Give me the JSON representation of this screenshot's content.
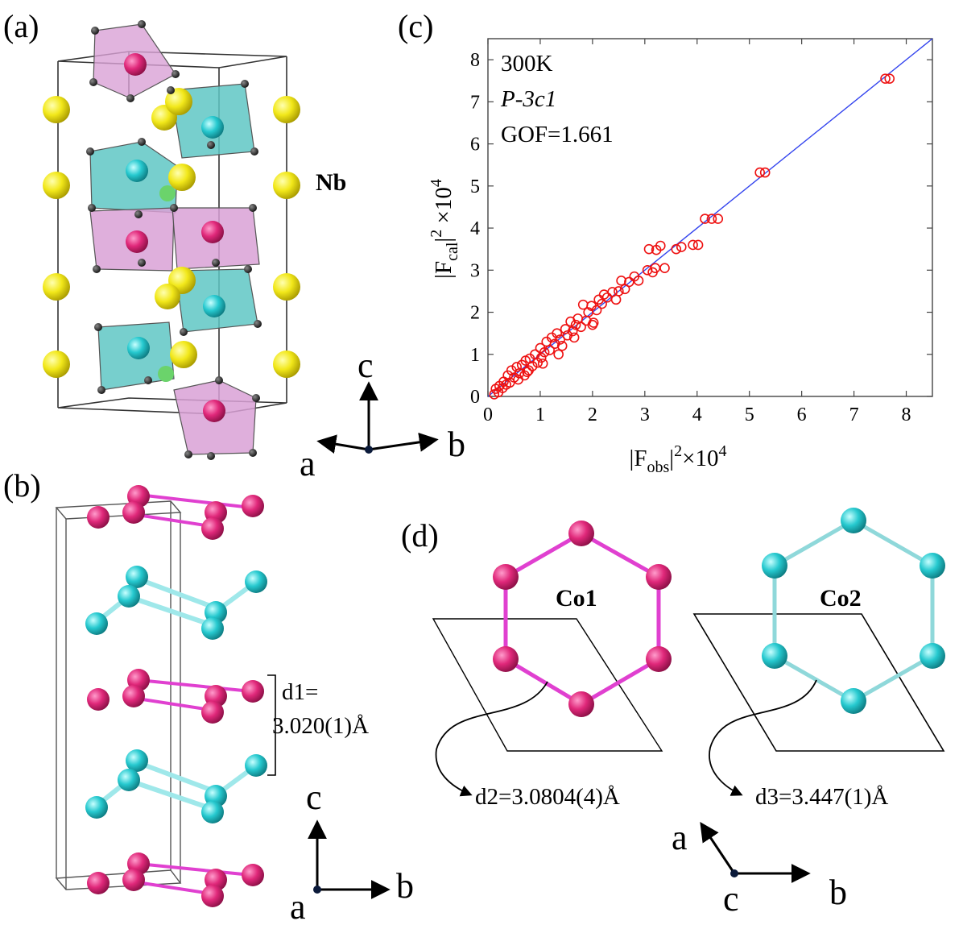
{
  "panels": {
    "a": "(a)",
    "b": "(b)",
    "c": "(c)",
    "d": "(d)"
  },
  "panel_a": {
    "label_nb": "Nb",
    "axes": {
      "c": "c",
      "a": "a",
      "b": "b"
    }
  },
  "panel_b": {
    "d1_line1": "d1=",
    "d1_line2": "3.020(1)Å",
    "axes": {
      "c": "c",
      "a": "a",
      "b": "b"
    }
  },
  "panel_d": {
    "co1": "Co1",
    "co2": "Co2",
    "d2": "d2=3.0804(4)Å",
    "d3": "d3=3.447(1)Å",
    "axes": {
      "a": "a",
      "c": "c",
      "b": "b"
    }
  },
  "colors": {
    "co1": "#e0287a",
    "co2": "#26c9cf",
    "nb": "#f2e81a",
    "oxygen": "#222222",
    "oct_pink": "#d9a1d6",
    "oct_cyan": "#5fc7c4",
    "fit_line": "#3344ee",
    "marker": "#ee1111"
  },
  "chart_data": {
    "type": "scatter",
    "annotations": [
      "300K",
      "P-3c1",
      "GOF=1.661"
    ],
    "xlabel_main": "|F",
    "xlabel_sub": "obs",
    "xlabel_tail": "|",
    "xlabel_sup1": "2",
    "xlabel_times": "×10",
    "xlabel_sup2": "4",
    "ylabel_main": "|F",
    "ylabel_sub": "cal",
    "ylabel_tail": "|",
    "ylabel_sup1": "2",
    "ylabel_times": " ×10",
    "ylabel_sup2": "4",
    "xlim": [
      0,
      8.5
    ],
    "ylim": [
      0,
      8.5
    ],
    "xticks": [
      0,
      1,
      2,
      3,
      4,
      5,
      6,
      7,
      8
    ],
    "yticks": [
      0,
      1,
      2,
      3,
      4,
      5,
      6,
      7,
      8
    ],
    "fit_line": [
      [
        0,
        0
      ],
      [
        8.5,
        8.5
      ]
    ],
    "points": [
      [
        0.12,
        0.05
      ],
      [
        0.15,
        0.18
      ],
      [
        0.2,
        0.1
      ],
      [
        0.22,
        0.25
      ],
      [
        0.28,
        0.2
      ],
      [
        0.3,
        0.35
      ],
      [
        0.35,
        0.28
      ],
      [
        0.38,
        0.5
      ],
      [
        0.42,
        0.33
      ],
      [
        0.45,
        0.62
      ],
      [
        0.5,
        0.45
      ],
      [
        0.55,
        0.7
      ],
      [
        0.58,
        0.4
      ],
      [
        0.6,
        0.55
      ],
      [
        0.65,
        0.75
      ],
      [
        0.7,
        0.5
      ],
      [
        0.72,
        0.85
      ],
      [
        0.78,
        0.62
      ],
      [
        0.8,
        0.9
      ],
      [
        0.85,
        0.72
      ],
      [
        0.9,
        1.0
      ],
      [
        0.95,
        0.8
      ],
      [
        1.0,
        1.15
      ],
      [
        1.02,
        0.92
      ],
      [
        1.08,
        1.05
      ],
      [
        1.12,
        1.3
      ],
      [
        1.18,
        1.1
      ],
      [
        1.22,
        1.4
      ],
      [
        1.28,
        1.25
      ],
      [
        1.32,
        1.5
      ],
      [
        1.38,
        1.35
      ],
      [
        1.42,
        1.2
      ],
      [
        1.48,
        1.6
      ],
      [
        1.52,
        1.45
      ],
      [
        1.58,
        1.78
      ],
      [
        1.62,
        1.55
      ],
      [
        1.68,
        1.7
      ],
      [
        1.72,
        1.85
      ],
      [
        1.78,
        1.65
      ],
      [
        1.82,
        2.18
      ],
      [
        1.88,
        1.8
      ],
      [
        1.92,
        2.0
      ],
      [
        1.98,
        2.15
      ],
      [
        2.02,
        1.75
      ],
      [
        2.08,
        2.05
      ],
      [
        2.12,
        2.3
      ],
      [
        2.18,
        2.2
      ],
      [
        2.22,
        2.42
      ],
      [
        2.28,
        2.35
      ],
      [
        2.38,
        2.48
      ],
      [
        2.5,
        2.5
      ],
      [
        2.55,
        2.75
      ],
      [
        2.62,
        2.55
      ],
      [
        2.7,
        2.72
      ],
      [
        2.8,
        2.85
      ],
      [
        2.88,
        2.75
      ],
      [
        3.05,
        3.0
      ],
      [
        3.08,
        3.5
      ],
      [
        3.15,
        2.95
      ],
      [
        3.2,
        3.05
      ],
      [
        3.22,
        3.48
      ],
      [
        3.3,
        3.58
      ],
      [
        3.38,
        3.05
      ],
      [
        3.6,
        3.5
      ],
      [
        3.7,
        3.55
      ],
      [
        3.92,
        3.6
      ],
      [
        4.02,
        3.6
      ],
      [
        4.15,
        4.22
      ],
      [
        4.28,
        4.22
      ],
      [
        4.4,
        4.22
      ],
      [
        5.2,
        5.32
      ],
      [
        5.3,
        5.32
      ],
      [
        7.6,
        7.55
      ],
      [
        7.68,
        7.55
      ],
      [
        2.0,
        1.7
      ],
      [
        1.65,
        1.4
      ],
      [
        1.35,
        1.0
      ],
      [
        1.05,
        0.78
      ],
      [
        0.75,
        0.58
      ],
      [
        2.45,
        2.3
      ]
    ]
  }
}
